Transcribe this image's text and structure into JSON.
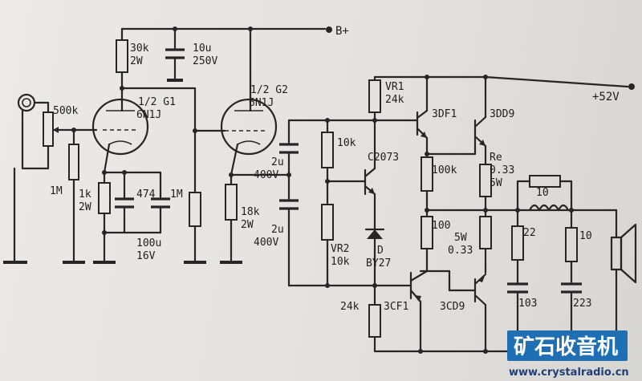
{
  "labels": {
    "bplus": "B+",
    "v52": "+52V",
    "r30k": "30k",
    "r30k_w": "2W",
    "c10u": "10u",
    "c10u_v": "250V",
    "pot500k": "500k",
    "g1": "1/2 G1",
    "g1_tube": "6N1J",
    "g2": "1/2 G2",
    "g2_tube": "6N1J",
    "r1m_a": "1M",
    "r1k": "1k",
    "r1k_w": "2W",
    "c474": "474",
    "r1m_b": "1M",
    "c100u": "100u",
    "c100u_v": "16V",
    "r18k": "18k",
    "r18k_w": "2W",
    "c2u_a": "2u",
    "c2u_a_v": "400V",
    "c2u_b": "2u",
    "c2u_b_v": "400V",
    "r10k": "10k",
    "vr2": "VR2",
    "vr2_v": "10k",
    "vr1": "VR1",
    "vr1_v": "24k",
    "c2073": "C2073",
    "d": "D",
    "by27": "BY27",
    "q3df1": "3DF1",
    "q3dd9": "3DD9",
    "r100k": "100k",
    "re": "Re",
    "re_v": "0.33",
    "re_w": "5W",
    "r100": "100",
    "r5w": "5W",
    "r033": "0.33",
    "r24k": "24k",
    "q3cf1": "3CF1",
    "q3cd9": "3CD9",
    "r10_top": "10",
    "r22": "22",
    "r10_right": "10",
    "c103": "103",
    "c223": "223"
  },
  "watermark": {
    "title": "矿石收音机",
    "url": "www.crystalradio.cn",
    "bg_color": "#1f6fb5"
  }
}
